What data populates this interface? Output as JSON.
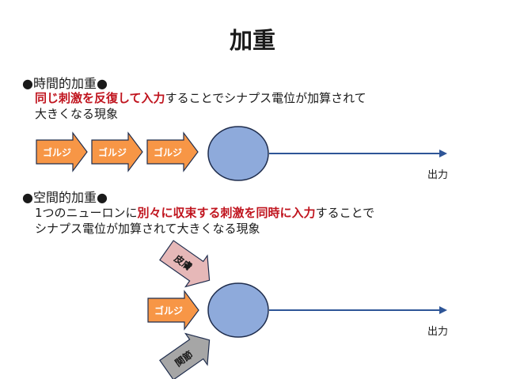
{
  "title": "加重",
  "temporal": {
    "heading": "●時間的加重●",
    "emphasis": "同じ刺激を反復して入力",
    "rest_line1": "することでシナプス電位が加算されて",
    "line2": "大きくなる現象",
    "inputs": [
      "ゴルジ",
      "ゴルジ",
      "ゴルジ"
    ],
    "output_label": "出力"
  },
  "spatial": {
    "heading": "●空間的加重●",
    "pre": "1つのニューロンに",
    "emphasis": "別々に収束する刺激を同時に入力",
    "post": "することで",
    "line2": "シナプス電位が加算されて大きくなる現象",
    "inputs": [
      {
        "label": "皮膚",
        "color": "#e6b8b8"
      },
      {
        "label": "ゴルジ",
        "color": "#f79646"
      },
      {
        "label": "関節",
        "color": "#a6a6a6"
      }
    ],
    "output_label": "出力"
  },
  "colors": {
    "neuron_fill": "#8eaadb",
    "neuron_stroke": "#1f2d4d",
    "golgi_fill": "#f79646",
    "axon": "#2e5597",
    "emphasis_text": "#c0141e"
  }
}
